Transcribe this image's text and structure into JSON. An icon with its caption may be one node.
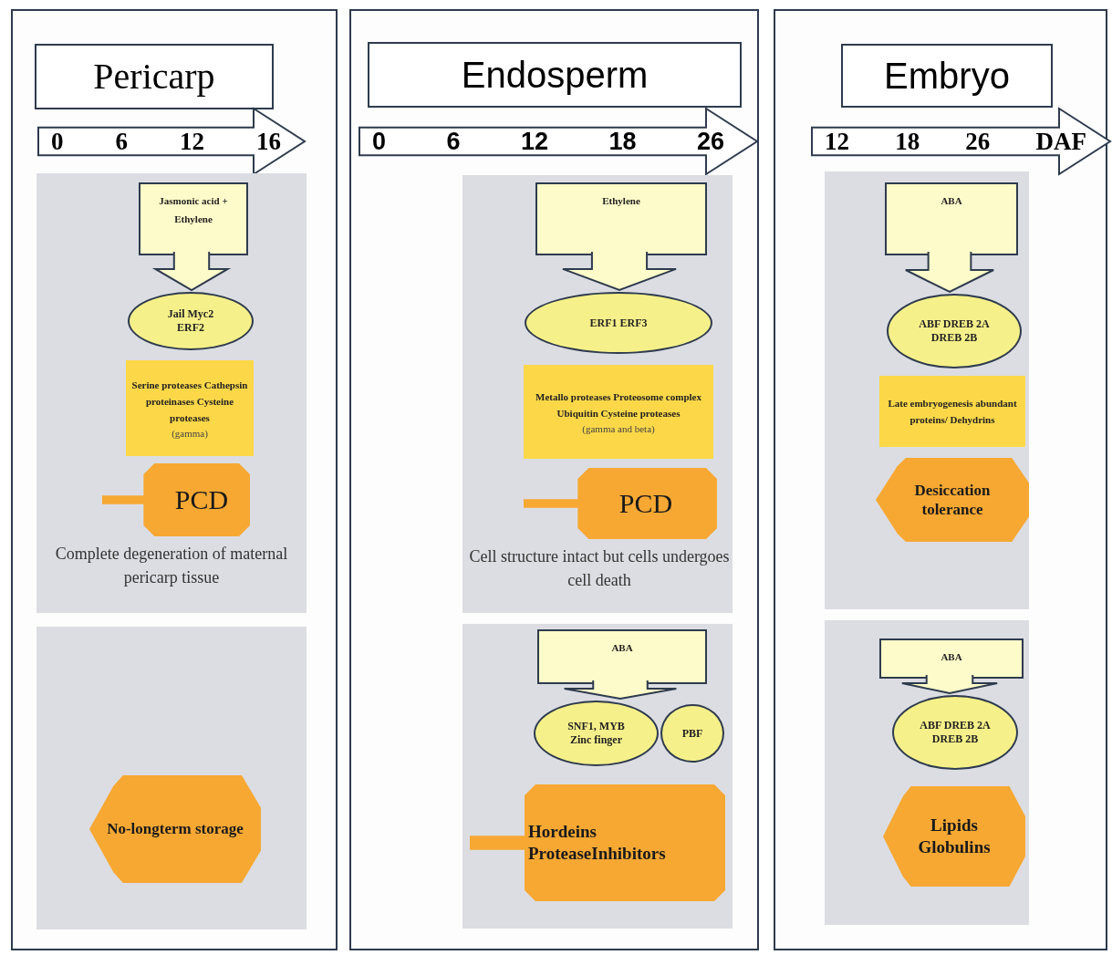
{
  "diagram": {
    "nodes": [
      {
        "text": [],
        "shape": "box"
      },
      {
        "text": [
          "Pericarp"
        ],
        "in": 0
      },
      {
        "text": [
          "0",
          "6",
          "12",
          "16"
        ],
        "in": 0
      },
      {
        "text": [],
        "shape": "box",
        "in": 0
      },
      {
        "text": [
          "Jasmonic acid + Ethylene"
        ],
        "in": 3
      },
      {
        "text": [
          "Jail Myc2 ERF2"
        ],
        "in": 3
      },
      {
        "text": [
          "Serine proteases Cathepsin proteinases Cysteine proteases",
          "(gamma)"
        ],
        "in": 3
      },
      {
        "text": [
          "PCD"
        ],
        "in": 3,
        "beside": [
          "Complete degeneration of maternal pericarp tissue"
        ]
      },
      {
        "text": [],
        "shape": "box",
        "in": 0
      },
      {
        "text": [
          "No-longterm storage"
        ],
        "in": 8
      },
      {
        "text": [],
        "shape": "box"
      },
      {
        "text": [
          "Endosperm"
        ],
        "in": 10
      },
      {
        "text": [
          "0",
          "6",
          "12",
          "18",
          "26"
        ],
        "in": 10
      },
      {
        "text": [],
        "shape": "box",
        "in": 10
      },
      {
        "text": [
          "Ethylene"
        ],
        "in": 13
      },
      {
        "text": [
          "ERF1 ERF3"
        ],
        "in": 13
      },
      {
        "text": [
          "Metallo proteases Proteosome complex Ubiquitin Cysteine proteases",
          "(gamma and beta)"
        ],
        "in": 13
      },
      {
        "text": [
          "PCD"
        ],
        "in": 13,
        "beside": [
          "Cell structure intact but cells undergoes cell death"
        ]
      },
      {
        "text": [],
        "shape": "box",
        "in": 10
      },
      {
        "text": [
          "ABA"
        ],
        "in": 18
      },
      {
        "text": [
          "SNF1, MYB Zinc finger"
        ],
        "in": 18
      },
      {
        "text": [
          "PBF"
        ],
        "in": 18
      },
      {
        "text": [
          "Hordeins ProteaseInhibitors"
        ],
        "in": 18
      },
      {
        "text": [],
        "shape": "box"
      },
      {
        "text": [
          "Embryo"
        ],
        "in": 23
      },
      {
        "text": [
          "12",
          "18",
          "26",
          "DAF"
        ],
        "in": 23
      },
      {
        "text": [],
        "shape": "box",
        "in": 23
      },
      {
        "text": [
          "ABA"
        ],
        "in": 26
      },
      {
        "text": [
          "ABF DREB 2A DREB 2B"
        ],
        "in": 26
      },
      {
        "text": [
          "Late embryogenesis abundant proteins/ Dehydrins"
        ],
        "in": 26
      },
      {
        "text": [
          "Desiccation tolerance"
        ],
        "in": 26
      },
      {
        "text": [],
        "shape": "box",
        "in": 23
      },
      {
        "text": [
          "ABA"
        ],
        "in": 31
      },
      {
        "text": [
          "ABF DREB 2A DREB 2B"
        ],
        "in": 31
      },
      {
        "text": [
          "Lipids Globulins"
        ],
        "in": 31
      }
    ],
    "edges": [
      {
        "from": 4,
        "to": 5,
        "arrow": "to"
      },
      {
        "from": 14,
        "to": 15,
        "arrow": "to"
      },
      {
        "from": 19,
        "to": 20,
        "arrow": "to"
      },
      {
        "from": 27,
        "to": 28,
        "arrow": "to"
      },
      {
        "from": 32,
        "to": 33,
        "arrow": "to"
      }
    ]
  }
}
